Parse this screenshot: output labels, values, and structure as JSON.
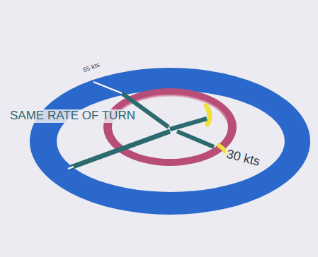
{
  "diagram": {
    "labels": [
      "55 kts",
      "SAME RATE OF TURN",
      "30 kts"
    ]
  }
}
